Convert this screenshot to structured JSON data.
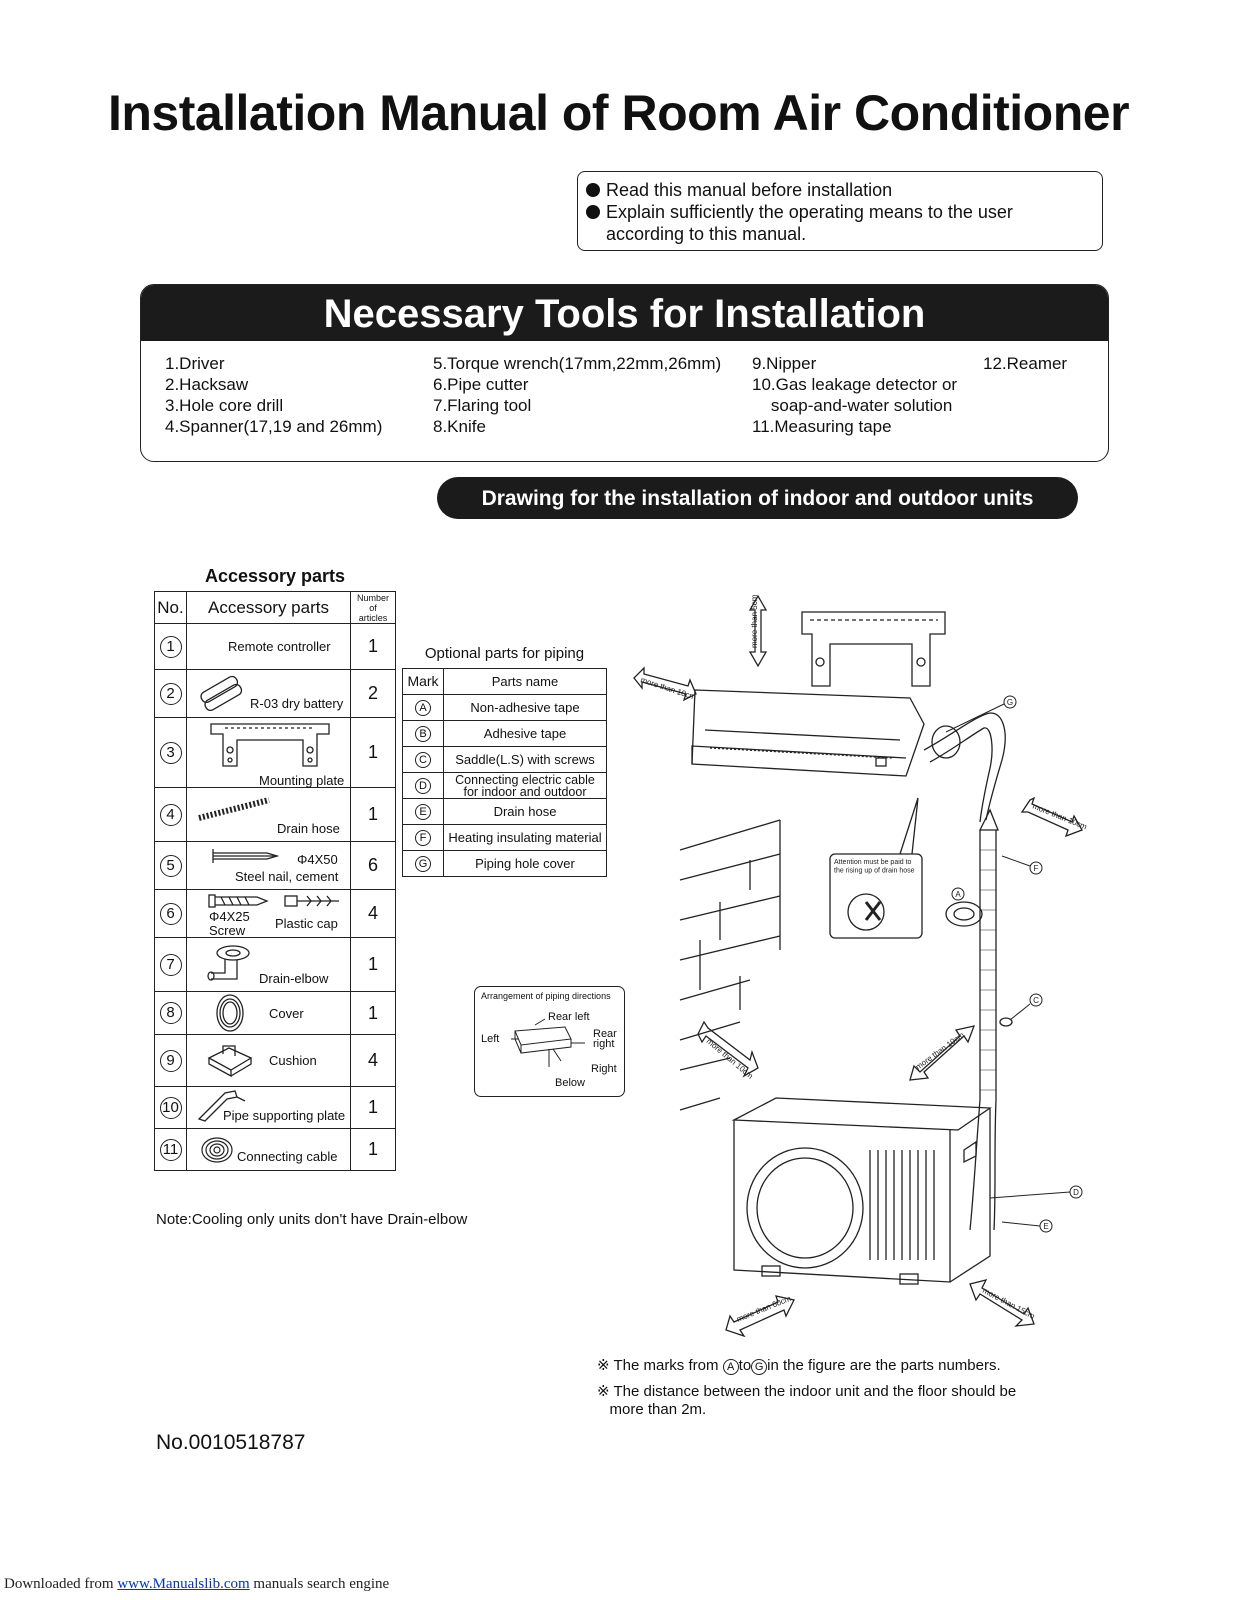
{
  "title": "Installation Manual of Room Air Conditioner",
  "notice": [
    "Read this manual before installation",
    "Explain sufficiently the operating means to the user\naccording to this manual."
  ],
  "tools": {
    "heading": "Necessary Tools for Installation",
    "col1": [
      "1.Driver",
      "2.Hacksaw",
      "3.Hole core drill",
      "4.Spanner(17,19 and 26mm)"
    ],
    "col2": [
      "5.Torque wrench(17mm,22mm,26mm)",
      "6.Pipe cutter",
      "7.Flaring tool",
      "8.Knife"
    ],
    "col3": [
      "9.Nipper",
      "10.Gas leakage detector or",
      "    soap-and-water solution",
      "11.Measuring tape"
    ],
    "col4": [
      "12.Reamer"
    ]
  },
  "drawing_banner": "Drawing for the installation of indoor and outdoor units",
  "accessory": {
    "title": "Accessory parts",
    "headers": {
      "no": "No.",
      "name": "Accessory parts",
      "qty": "Number\nof\narticles"
    },
    "rows": [
      {
        "no": "1",
        "name": "Remote controller",
        "qty": "1"
      },
      {
        "no": "2",
        "name": "R-03 dry battery",
        "qty": "2"
      },
      {
        "no": "3",
        "name": "Mounting plate",
        "qty": "1"
      },
      {
        "no": "4",
        "name": "Drain hose",
        "qty": "1"
      },
      {
        "no": "5",
        "name": "Steel nail, cement",
        "extra": "Φ4X50",
        "qty": "6"
      },
      {
        "no": "6",
        "name": "Plastic cap",
        "extra": "Φ4X25",
        "extra2": "Screw",
        "qty": "4"
      },
      {
        "no": "7",
        "name": "Drain-elbow",
        "qty": "1"
      },
      {
        "no": "8",
        "name": "Cover",
        "qty": "1"
      },
      {
        "no": "9",
        "name": "Cushion",
        "qty": "4"
      },
      {
        "no": "10",
        "name": "Pipe supporting plate",
        "qty": "1"
      },
      {
        "no": "11",
        "name": "Connecting cable",
        "qty": "1"
      }
    ]
  },
  "optional": {
    "title": "Optional parts for piping",
    "headers": {
      "mark": "Mark",
      "name": "Parts name"
    },
    "rows": [
      {
        "mark": "A",
        "name": "Non-adhesive tape"
      },
      {
        "mark": "B",
        "name": "Adhesive tape"
      },
      {
        "mark": "C",
        "name": "Saddle(L.S) with screws"
      },
      {
        "mark": "D",
        "name": "Connecting electric cable\nfor indoor and outdoor"
      },
      {
        "mark": "E",
        "name": "Drain hose"
      },
      {
        "mark": "F",
        "name": "Heating insulating material"
      },
      {
        "mark": "G",
        "name": "Piping hole cover"
      }
    ]
  },
  "directions": {
    "title": "Arrangement of piping directions",
    "rear_left": "Rear left",
    "left": "Left",
    "rear_right": "Rear\nright",
    "right": "Right",
    "below": "Below"
  },
  "diagram_labels": {
    "top_clear": "more than 5cm",
    "left_clear": "more than 10cm",
    "right_clear": "more than 10cm",
    "wall_clear_left": "more than 10cm",
    "wall_clear_right": "more than 10cm",
    "front_clear": "more than 60cm",
    "side_clear": "more than 15cm",
    "attention": "Attention must be paid to\nthe rising up of drain hose",
    "marks": [
      "G",
      "F",
      "A",
      "C",
      "D",
      "E"
    ]
  },
  "note_cooling": "Note:Cooling only units don't have Drain-elbow",
  "footnotes": {
    "f1_pre": "※ The marks from",
    "f1_a": "A",
    "f1_to": "to",
    "f1_g": "G",
    "f1_post": "in the figure are the parts numbers.",
    "f2": "※ The distance between the indoor unit and the floor should be\n   more than 2m."
  },
  "doc_number": "No.0010518787",
  "footer": {
    "pre": "Downloaded from ",
    "link": "www.Manualslib.com",
    "post": " manuals search engine"
  }
}
